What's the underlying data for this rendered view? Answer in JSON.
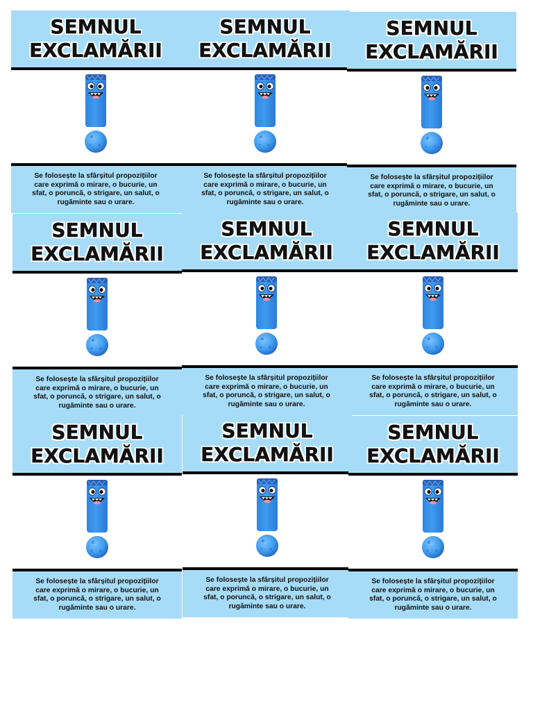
{
  "cards": [
    {
      "title_line1": "SEMNUL",
      "title_line2": "EXCLAMĂRII",
      "figure_icon": "exclamation-mark-monster-icon",
      "description": "Se folosește la sfârșitul propozițiilor care exprimă o mirare, o bucurie, un sfat, o poruncă, o strigare, un salut, o rugăminte sau o urare."
    },
    {
      "title_line1": "SEMNUL",
      "title_line2": "EXCLAMĂRII",
      "figure_icon": "exclamation-mark-monster-icon",
      "description": "Se folosește la sfârșitul propozițiilor care exprimă o mirare, o bucurie, un sfat, o poruncă, o strigare, un salut, o rugăminte sau o urare."
    },
    {
      "title_line1": "SEMNUL",
      "title_line2": "EXCLAMĂRII",
      "figure_icon": "exclamation-mark-monster-icon",
      "description": "Se folosește la sfârșitul propozițiilor care exprimă o mirare, o bucurie, un sfat, o poruncă, o strigare, un salut, o rugăminte sau o urare."
    },
    {
      "title_line1": "SEMNUL",
      "title_line2": "EXCLAMĂRII",
      "figure_icon": "exclamation-mark-monster-icon",
      "description": "Se folosește la sfârșitul propozițiilor care exprimă o mirare, o bucurie, un sfat, o poruncă, o strigare, un salut, o rugăminte sau o urare."
    },
    {
      "title_line1": "SEMNUL",
      "title_line2": "EXCLAMĂRII",
      "figure_icon": "exclamation-mark-monster-icon",
      "description": "Se folosește la sfârșitul propozițiilor care exprimă o mirare, o bucurie, un sfat, o poruncă, o strigare, un salut, o rugăminte sau o urare."
    },
    {
      "title_line1": "SEMNUL",
      "title_line2": "EXCLAMĂRII",
      "figure_icon": "exclamation-mark-monster-icon",
      "description": "Se folosește la sfârșitul propozițiilor care exprimă o mirare, o bucurie, un sfat, o poruncă, o strigare, un salut, o rugăminte sau o urare."
    },
    {
      "title_line1": "SEMNUL",
      "title_line2": "EXCLAMĂRII",
      "figure_icon": "exclamation-mark-monster-icon",
      "description": "Se folosește la sfârșitul propozițiilor care exprimă o mirare, o bucurie, un sfat, o poruncă, o strigare, un salut, o rugăminte sau o urare."
    },
    {
      "title_line1": "SEMNUL",
      "title_line2": "EXCLAMĂRII",
      "figure_icon": "exclamation-mark-monster-icon",
      "description": "Se folosește la sfârșitul propozițiilor care exprimă o mirare, o bucurie, un sfat, o poruncă, o strigare, un salut, o rugăminte sau o urare."
    },
    {
      "title_line1": "SEMNUL",
      "title_line2": "EXCLAMĂRII",
      "figure_icon": "exclamation-mark-monster-icon",
      "description": "Se folosește la sfârșitul propozițiilor care exprimă o mirare, o bucurie, un sfat, o poruncă, o strigare, un salut, o rugăminte sau o urare."
    }
  ],
  "colors": {
    "panel_blue": "#a6dcf7",
    "figure_blue": "#3f9bee",
    "border": "#000000"
  }
}
